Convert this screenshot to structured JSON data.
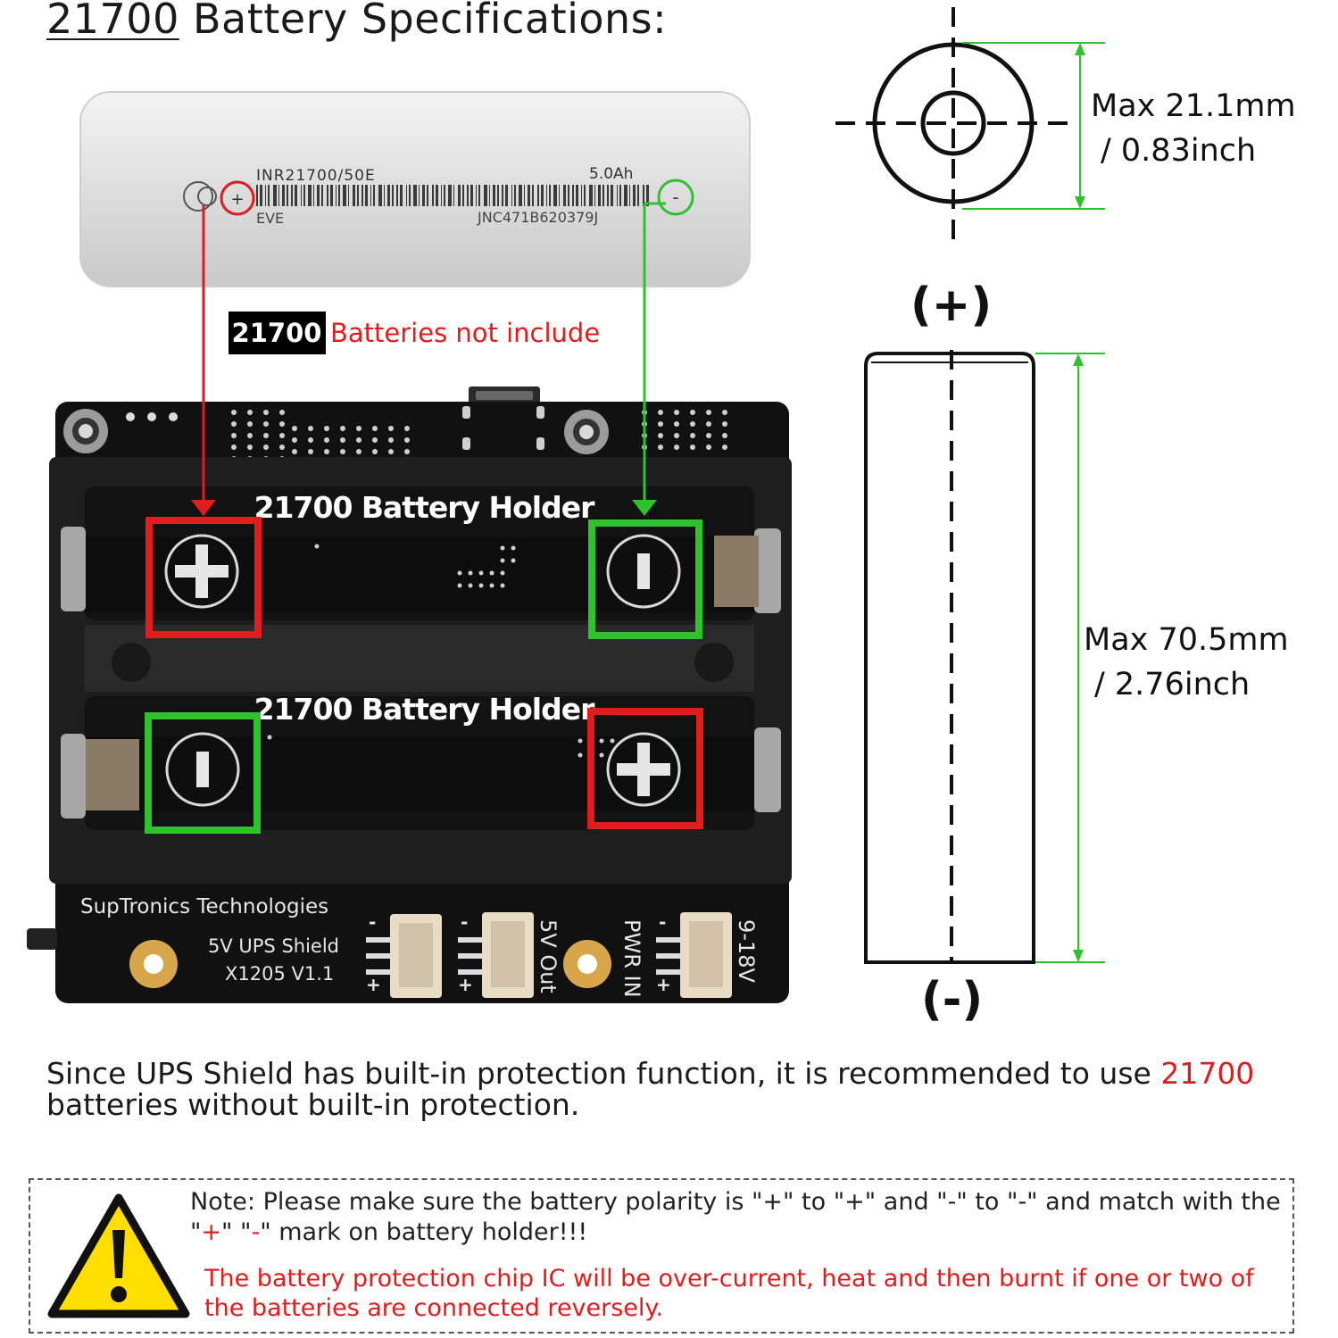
{
  "title": {
    "number": "21700",
    "rest": "Battery Specifications:"
  },
  "cell": {
    "model": "INR21700/50E",
    "capacity": "5.0Ah",
    "brand": "EVE",
    "serial": "JNC471B620379J",
    "plus_mark": "+",
    "minus_mark": "-"
  },
  "not_included": {
    "badge": "21700",
    "text": "Batteries not include"
  },
  "board": {
    "holder_label_top": "21700 Battery Holder",
    "holder_label_bottom": "21700 Battery Holder",
    "maker": "SupTronics Technologies",
    "product": "5V UPS Shield",
    "version": "X1205  V1.1",
    "port_5v_out": "5V Out",
    "port_pwr_in": "PWR IN",
    "port_voltage": "9-18V",
    "pin_minus": "-",
    "pin_plus": "+"
  },
  "dimensions": {
    "diameter_mm": "Max 21.1mm",
    "diameter_in": "/ 0.83inch",
    "length_mm": "Max 70.5mm",
    "length_in": "/ 2.76inch",
    "positive": "(+)",
    "negative": "(-)"
  },
  "recommendation": {
    "part1": "Since UPS Shield has built-in protection function, it is recommended to use ",
    "highlight": "21700",
    "part2": " batteries without built-in protection."
  },
  "note": {
    "part1": "Note: Please make sure the battery polarity is \"+\" to \"+\" and \"-\" to \"-\" and match with the \"",
    "plus": "+",
    "part2": "\" \"",
    "minus": "-",
    "part3": "\" mark on battery holder!!!",
    "warning": "The battery protection chip IC will be over-current, heat and then burnt if one or two of the batteries are connected reversely."
  },
  "colors": {
    "positive": "#e01c1c",
    "negative": "#2fc22f",
    "pcb": "#111111",
    "holder": "#1e1e1e",
    "cell": "#e6e6e6",
    "warning_fill": "#ffde00"
  },
  "icons": [
    "warning-icon",
    "plus-terminal-icon",
    "minus-terminal-icon",
    "arrow-down-icon"
  ]
}
